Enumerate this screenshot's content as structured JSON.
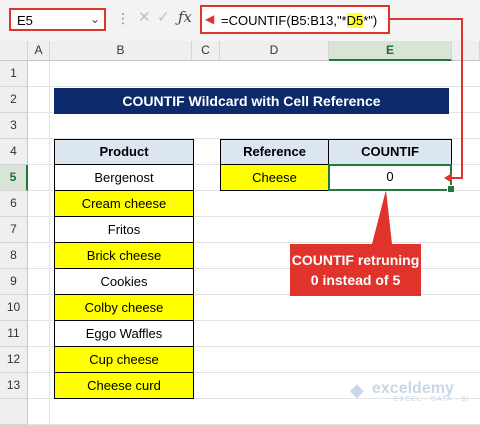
{
  "name_box": {
    "value": "E5"
  },
  "formula_bar": {
    "prefix": "=COUNTIF(B5:B13,\"*",
    "highlight": "D5",
    "suffix": "*\")"
  },
  "columns": [
    "A",
    "B",
    "C",
    "D",
    "E"
  ],
  "rows": [
    "1",
    "2",
    "3",
    "4",
    "5",
    "6",
    "7",
    "8",
    "9",
    "10",
    "11",
    "12",
    "13"
  ],
  "title": "COUNTIF Wildcard with Cell Reference",
  "product_table": {
    "header": "Product",
    "items": [
      {
        "label": "Bergenost",
        "highlight": false
      },
      {
        "label": "Cream cheese",
        "highlight": true
      },
      {
        "label": "Fritos",
        "highlight": false
      },
      {
        "label": "Brick cheese",
        "highlight": true
      },
      {
        "label": "Cookies",
        "highlight": false
      },
      {
        "label": "Colby cheese",
        "highlight": true
      },
      {
        "label": "Eggo Waffles",
        "highlight": false
      },
      {
        "label": "Cup cheese",
        "highlight": true
      },
      {
        "label": "Cheese curd",
        "highlight": true
      }
    ]
  },
  "lookup": {
    "reference_header": "Reference",
    "countif_header": "COUNTIF",
    "reference_value": "Cheese",
    "countif_value": "0"
  },
  "annotation": {
    "text": "COUNTIF retruning 0 instead of 5"
  },
  "watermark": {
    "brand": "exceldemy",
    "tagline": "EXCEL · DATA · BI"
  },
  "colors": {
    "accent": "#e0332b",
    "title_bg": "#0c2a6b",
    "highlight": "#ffff00",
    "selection": "#1f7a3d"
  }
}
